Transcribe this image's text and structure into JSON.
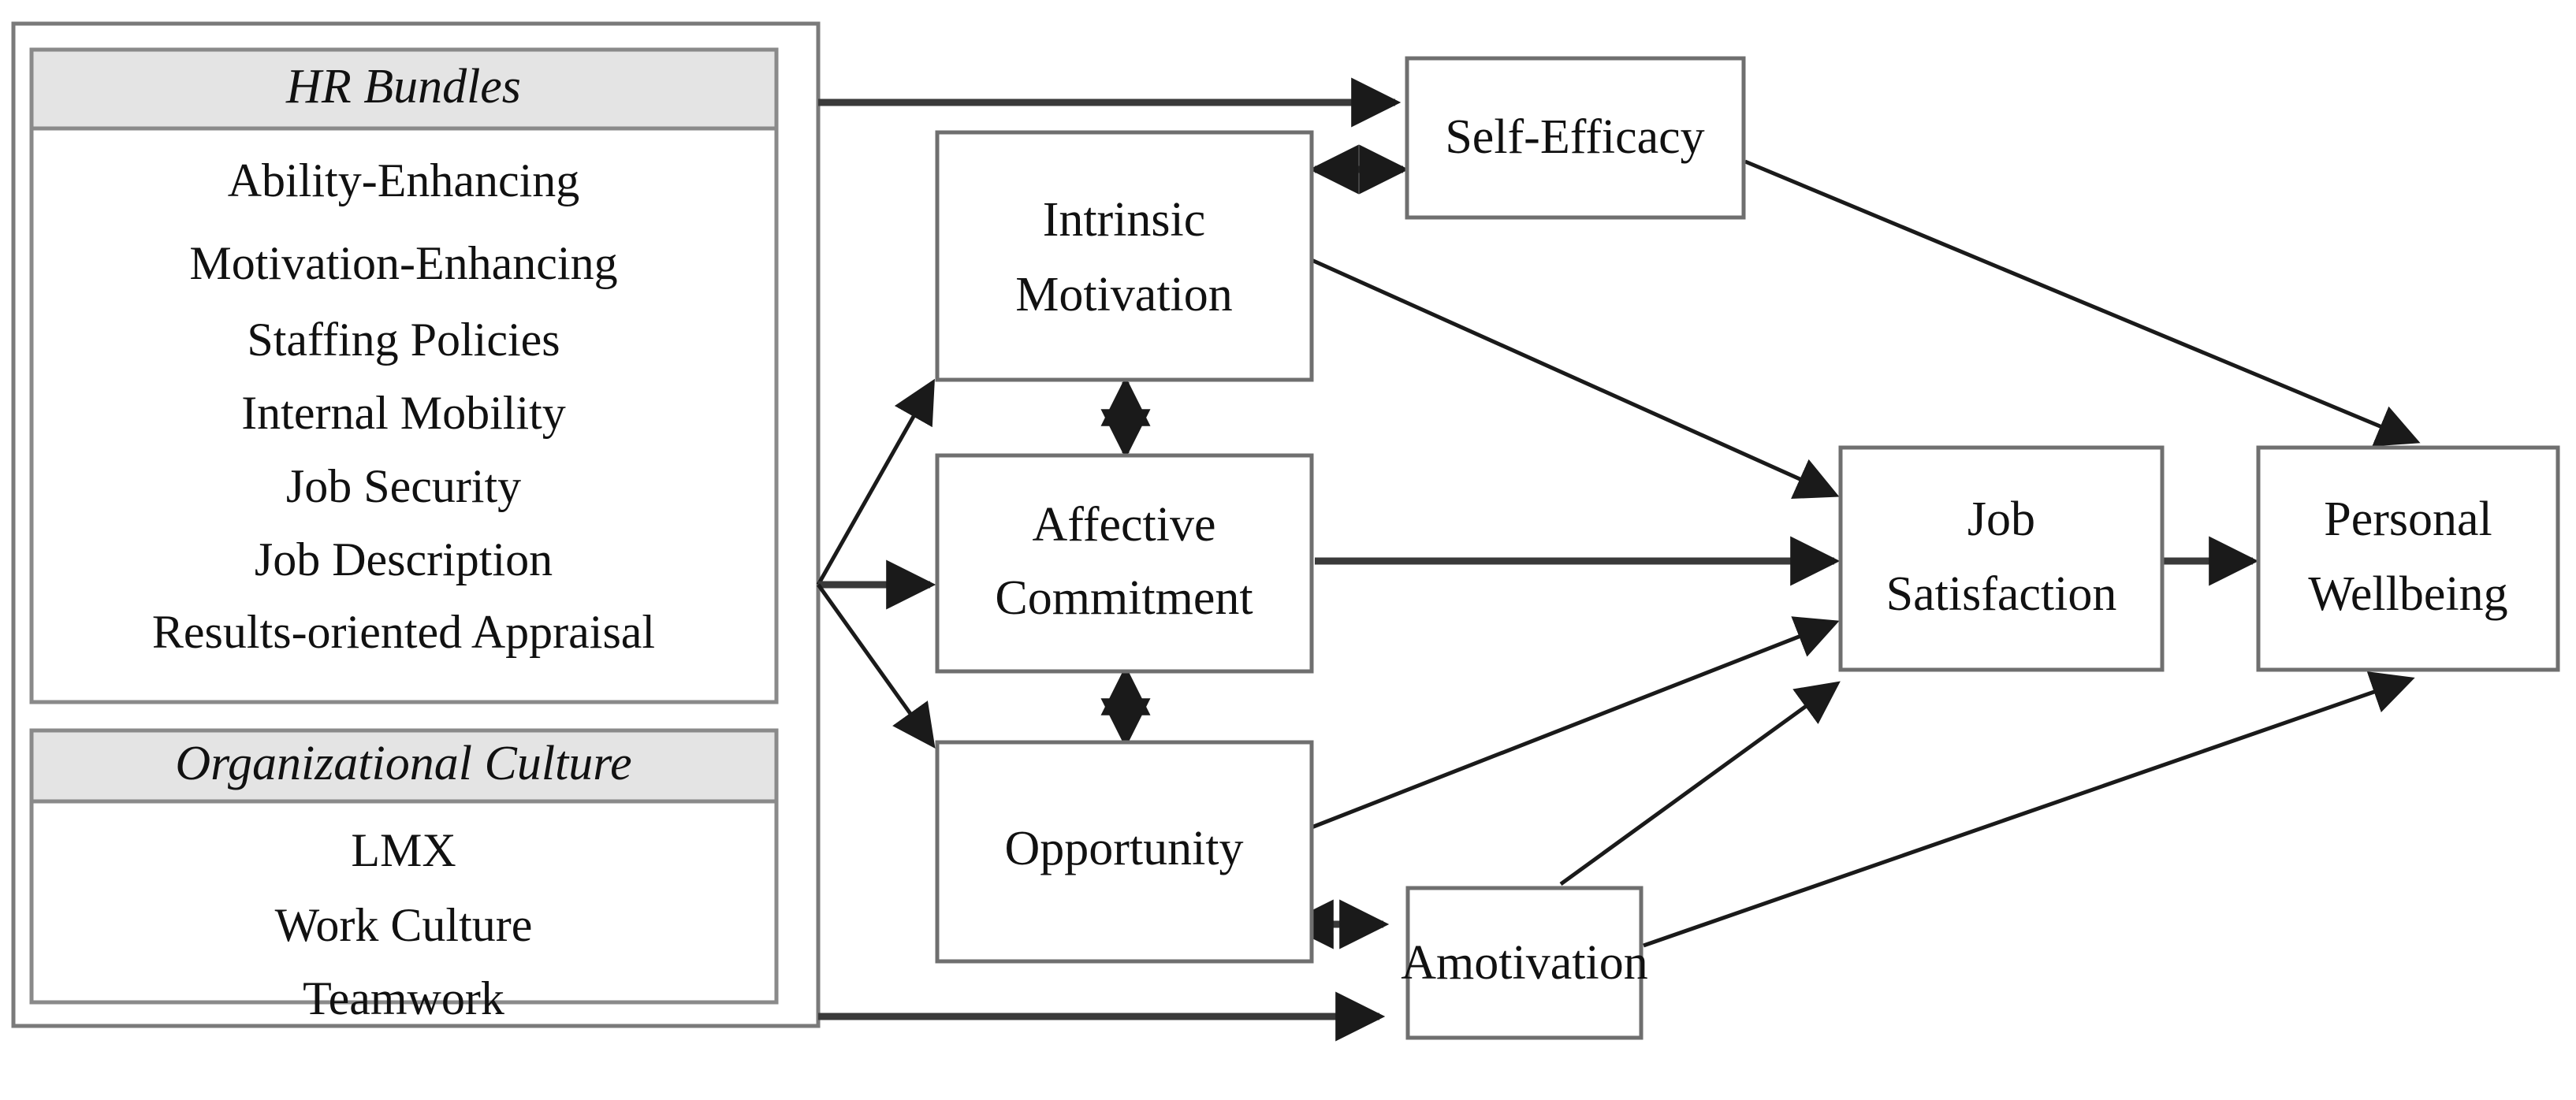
{
  "diagram": {
    "title": "HR Bundles and Organizational Culture conceptual model",
    "panels": [
      {
        "id": "hr-bundles",
        "title": "HR Bundles",
        "items": [
          "Ability-Enhancing",
          "Motivation-Enhancing",
          "Staffing Policies",
          "Internal Mobility",
          "Job Security",
          "Job Description",
          "Results-oriented Appraisal"
        ]
      },
      {
        "id": "organizational-culture",
        "title": "Organizational Culture",
        "items": [
          "LMX",
          "Work Culture",
          "Teamwork"
        ]
      }
    ],
    "nodes": [
      {
        "id": "self-efficacy",
        "label": "Self-Efficacy",
        "lines": [
          "Self-Efficacy"
        ]
      },
      {
        "id": "intrinsic-motivation",
        "label": "Intrinsic Motivation",
        "lines": [
          "Intrinsic",
          "Motivation"
        ]
      },
      {
        "id": "affective-commitment",
        "label": "Affective Commitment",
        "lines": [
          "Affective",
          "Commitment"
        ]
      },
      {
        "id": "opportunity",
        "label": "Opportunity",
        "lines": [
          "Opportunity"
        ]
      },
      {
        "id": "amotivation",
        "label": "Amotivation",
        "lines": [
          "Amotivation"
        ]
      },
      {
        "id": "job-satisfaction",
        "label": "Job Satisfaction",
        "lines": [
          "Job",
          "Satisfaction"
        ]
      },
      {
        "id": "personal-wellbeing",
        "label": "Personal Wellbeing",
        "lines": [
          "Personal",
          "Wellbeing"
        ]
      }
    ],
    "edges": [
      {
        "from": "hr-bundles",
        "to": "self-efficacy",
        "kind": "directed"
      },
      {
        "from": "antecedents",
        "to": "intrinsic-motivation",
        "kind": "directed"
      },
      {
        "from": "antecedents",
        "to": "affective-commitment",
        "kind": "directed"
      },
      {
        "from": "antecedents",
        "to": "opportunity",
        "kind": "directed"
      },
      {
        "from": "organizational-culture",
        "to": "amotivation",
        "kind": "directed"
      },
      {
        "from": "intrinsic-motivation",
        "to": "self-efficacy",
        "kind": "bidirectional"
      },
      {
        "from": "intrinsic-motivation",
        "to": "affective-commitment",
        "kind": "bidirectional"
      },
      {
        "from": "affective-commitment",
        "to": "opportunity",
        "kind": "bidirectional"
      },
      {
        "from": "opportunity",
        "to": "amotivation",
        "kind": "bidirectional"
      },
      {
        "from": "intrinsic-motivation",
        "to": "job-satisfaction",
        "kind": "directed"
      },
      {
        "from": "affective-commitment",
        "to": "job-satisfaction",
        "kind": "directed"
      },
      {
        "from": "opportunity",
        "to": "job-satisfaction",
        "kind": "directed"
      },
      {
        "from": "amotivation",
        "to": "job-satisfaction",
        "kind": "directed"
      },
      {
        "from": "self-efficacy",
        "to": "personal-wellbeing",
        "kind": "directed"
      },
      {
        "from": "job-satisfaction",
        "to": "personal-wellbeing",
        "kind": "directed"
      },
      {
        "from": "amotivation",
        "to": "personal-wellbeing",
        "kind": "directed"
      }
    ],
    "colors": {
      "panel_header_fill": "#e4e4e4",
      "box_fill": "#ffffff",
      "box_stroke": "#6f6f6f",
      "arrow": "#1a1a1a",
      "text": "#111111"
    }
  }
}
